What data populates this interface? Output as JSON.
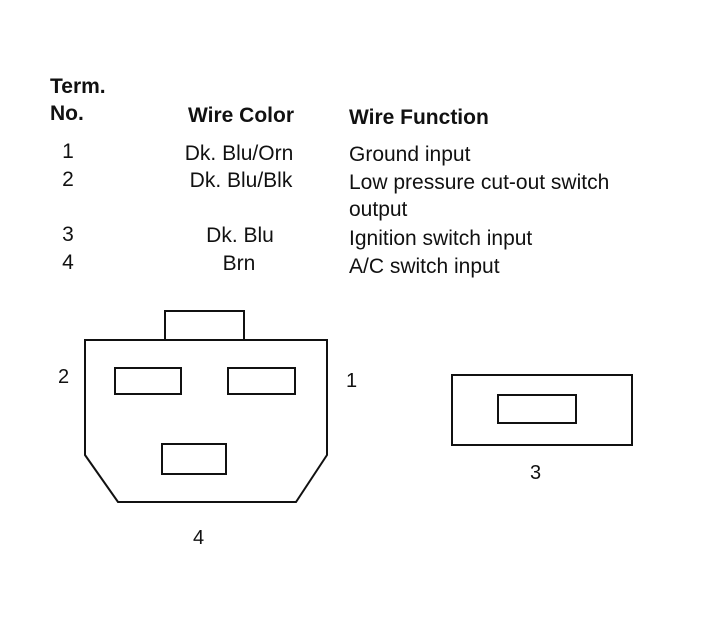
{
  "table": {
    "headers": {
      "term_line1": "Term.",
      "term_line2": "No.",
      "wire_color": "Wire Color",
      "wire_function": "Wire Function"
    },
    "rows": [
      {
        "term": "1",
        "color": "Dk. Blu/Orn",
        "function_line1": "Ground input",
        "function_line2": ""
      },
      {
        "term": "2",
        "color": "Dk. Blu/Blk",
        "function_line1": "Low pressure cut-out switch",
        "function_line2": "output"
      },
      {
        "term": "3",
        "color": "Dk. Blu",
        "function_line1": "Ignition switch input",
        "function_line2": ""
      },
      {
        "term": "4",
        "color": "Brn",
        "function_line1": "A/C switch input",
        "function_line2": ""
      }
    ]
  },
  "connectors": {
    "left": {
      "label_left_terminal": "2",
      "label_right_terminal": "1",
      "label_bottom_terminal": "4"
    },
    "right": {
      "label_terminal": "3"
    }
  }
}
